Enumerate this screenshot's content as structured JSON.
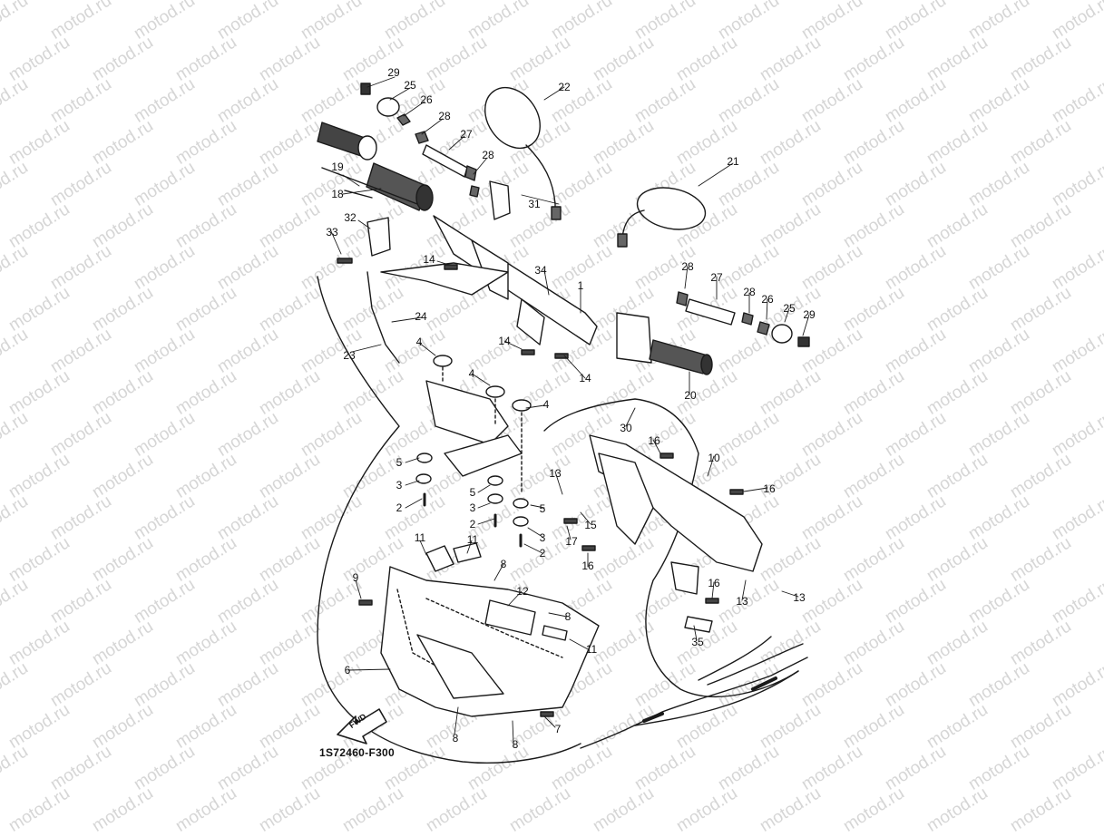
{
  "watermark": {
    "text": "motod.ru"
  },
  "diagram": {
    "code": "1S72460-F300",
    "direction_label": "FWD",
    "part_numbers": [
      "1",
      "2",
      "3",
      "4",
      "5",
      "6",
      "7",
      "8",
      "9",
      "10",
      "11",
      "12",
      "13",
      "14",
      "15",
      "16",
      "17",
      "18",
      "19",
      "20",
      "21",
      "22",
      "23",
      "24",
      "25",
      "26",
      "27",
      "28",
      "29",
      "30",
      "31",
      "32",
      "33",
      "34",
      "35"
    ]
  }
}
